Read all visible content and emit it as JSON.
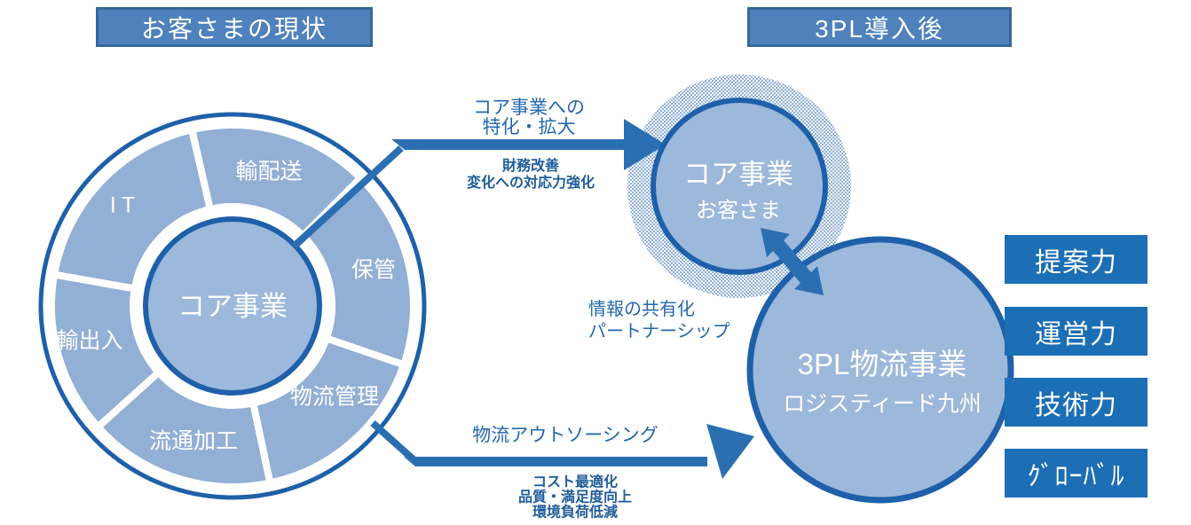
{
  "header": {
    "left_title": "お客さまの現状",
    "right_title": "3PL導入後"
  },
  "donut": {
    "center_label": "コア事業",
    "segments": [
      "輸配送",
      "IT",
      "保管",
      "輸出入",
      "流通加工",
      "物流管理"
    ]
  },
  "top_arrow": {
    "label": [
      "コア事業への",
      "特化・拡大"
    ],
    "benefits": [
      "財務改善",
      "変化への対応力強化"
    ]
  },
  "bottom_arrow": {
    "label": "物流アウトソーシング",
    "benefits": [
      "コスト最適化",
      "品質・満足度向上",
      "環境負荷低減"
    ]
  },
  "partnership": {
    "lines": [
      "情報の共有化",
      "パートナーシップ"
    ]
  },
  "customer_circle": {
    "title": "コア事業",
    "subtitle": "お客さま"
  },
  "logistics_circle": {
    "title": "3PL物流事業",
    "subtitle": "ロジスティード九州"
  },
  "capabilities": [
    "提案力",
    "運営力",
    "技術力",
    "ｸﾞﾛｰﾊﾞﾙ"
  ],
  "colors": {
    "primary_border": "#1E60A9",
    "arrow_blue": "#2B6FB3",
    "segment_fill": "#92AFD5",
    "circle_fill": "#9CB8DB",
    "title_box_fill": "#4F81BD",
    "title_box_border": "#38669B",
    "capability_box_fill": "#1C6EB5",
    "annotation_strong": "#1F5C99",
    "annotation": "#2368AD"
  }
}
